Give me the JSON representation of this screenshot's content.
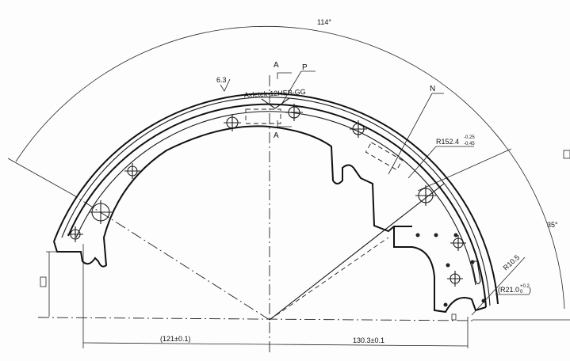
{
  "drawing": {
    "angle_outer": "114°",
    "angle_right": "35°",
    "section_label_top": "A",
    "section_label_bottom": "A",
    "marker_p": "P",
    "marker_n": "N",
    "surface_roughness": "6.3",
    "part_marking": "Axletek-12HEB-GG",
    "radius_main": "R152.4",
    "radius_main_tol_upper": "-0.25",
    "radius_main_tol_lower": "-0.45",
    "radius_small": "R10.5",
    "radius_pin": "(R21.0",
    "radius_pin_tol_upper": "+0.2",
    "radius_pin_tol_lower": "0",
    "radius_pin_close": ")",
    "dim_left": "(121±0.1)",
    "dim_right": "130.3±0.1"
  }
}
